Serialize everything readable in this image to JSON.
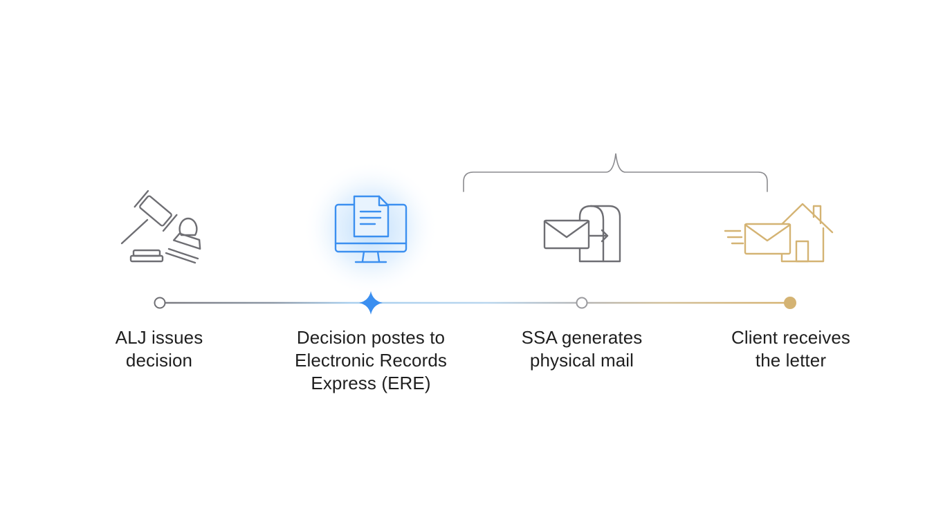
{
  "steps": [
    {
      "id": "alj",
      "lines": [
        "ALJ issues",
        "decision"
      ],
      "icon": "gavel-and-stamp-icon",
      "marker": "hollow-circle"
    },
    {
      "id": "ere",
      "lines": [
        "Decision postes to",
        "Electronic Records",
        "Express (ERE)"
      ],
      "icon": "monitor-document-icon",
      "marker": "four-point-star",
      "highlighted": true
    },
    {
      "id": "ssa",
      "lines": [
        "SSA generates",
        "physical mail"
      ],
      "icon": "envelope-mailbox-icon",
      "marker": "hollow-circle"
    },
    {
      "id": "client",
      "lines": [
        "Client receives",
        "the letter"
      ],
      "icon": "envelope-house-icon",
      "marker": "filled-circle"
    }
  ],
  "colors": {
    "gray": "#6e6e73",
    "blue": "#3b8ff0",
    "light_blue": "#a9cfee",
    "gold": "#d9b878",
    "text": "#1f1f1f"
  }
}
